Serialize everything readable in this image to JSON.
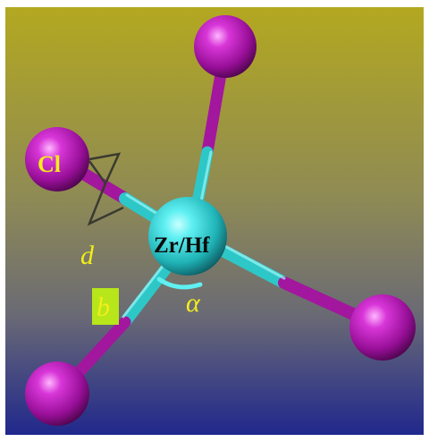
{
  "labels": {
    "cl": "Cl",
    "center": "Zr/Hf",
    "d": "d",
    "b": "b",
    "alpha": "α"
  },
  "colors": {
    "bg_top": "#b3a820",
    "bg_mid": "#8f8a57",
    "bg_bottom": "#232b8a",
    "central_atom": "#2fc9cc",
    "ligand_atom": "#b015b0",
    "bond_cyan": "#2ec7c8",
    "bond_magenta": "#a3169e",
    "label_yellow": "#f2ee1a",
    "label_dark": "#0a0a0a",
    "b_box": "#b7e61a",
    "frame": "#ffffff"
  }
}
